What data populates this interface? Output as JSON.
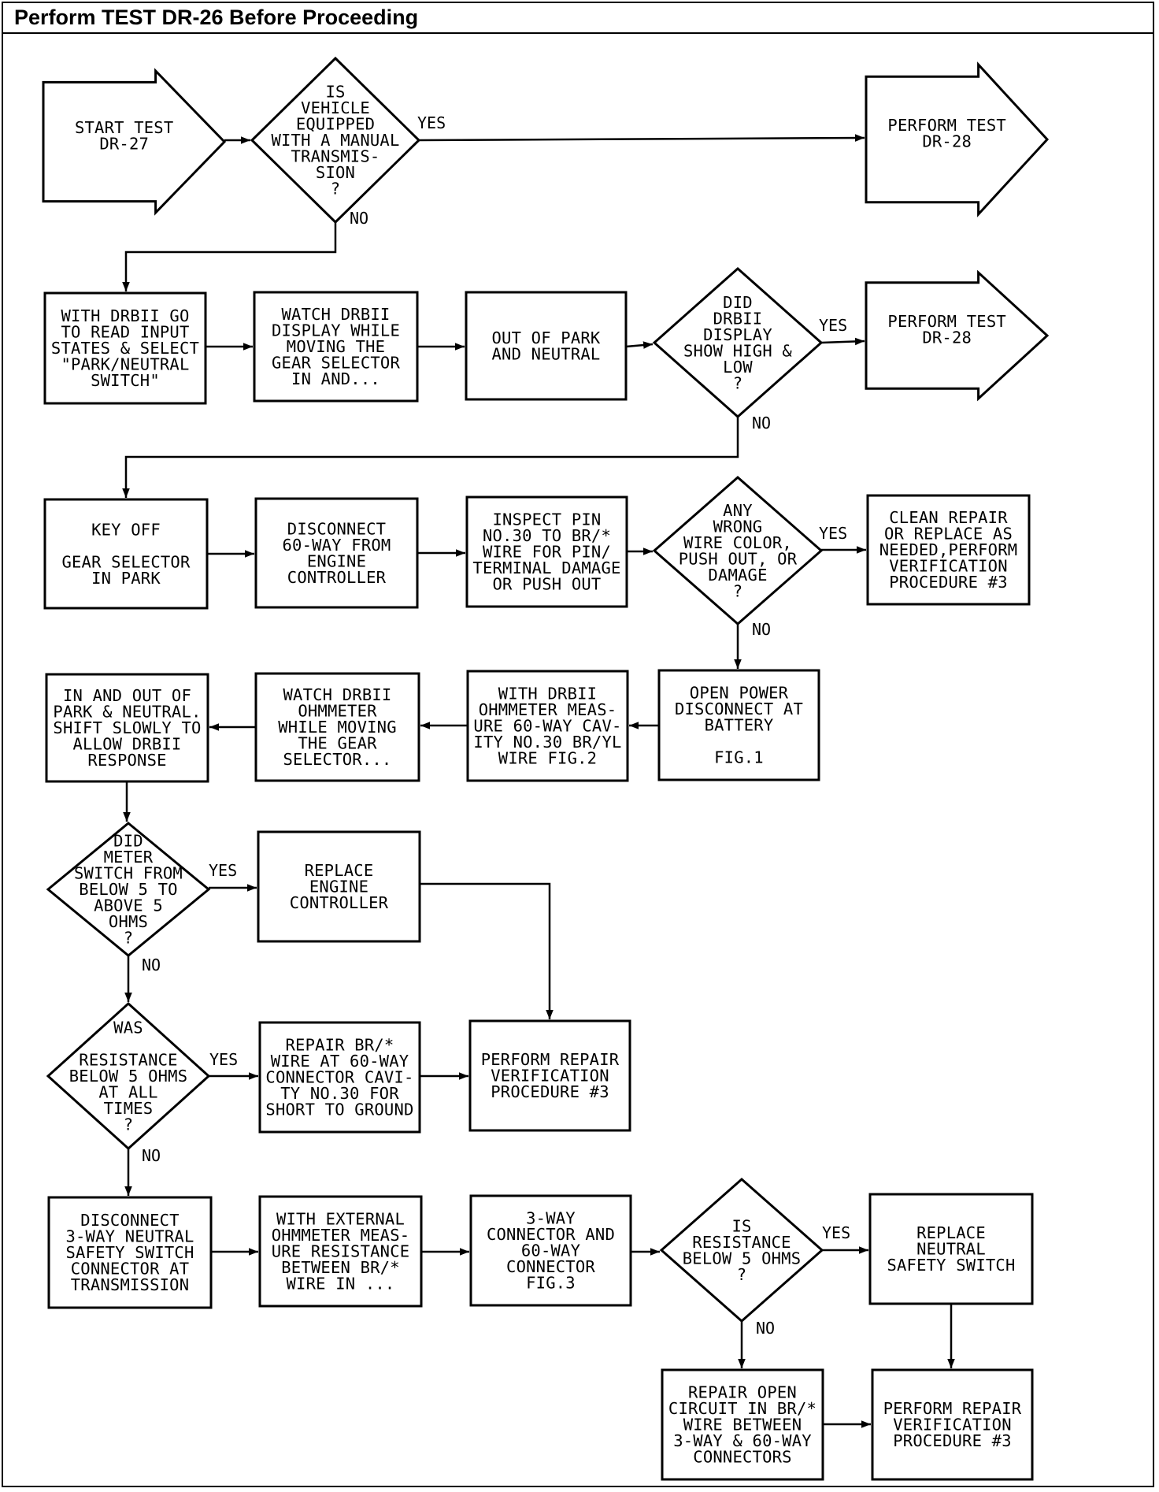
{
  "header": {
    "title": "Perform TEST DR-26 Before Proceeding"
  },
  "nodes": [
    {
      "id": "start",
      "lines": [
        "START TEST",
        "DR-27"
      ]
    },
    {
      "id": "d1",
      "lines": [
        "IS",
        "VEHICLE",
        "EQUIPPED",
        "WITH A MANUAL",
        "TRANSMIS-",
        "SION",
        "?"
      ]
    },
    {
      "id": "end1",
      "lines": [
        "PERFORM TEST",
        "DR-28"
      ]
    },
    {
      "id": "b1",
      "lines": [
        "WITH DRBII GO",
        "TO READ INPUT",
        "STATES & SELECT",
        "\"PARK/NEUTRAL",
        "SWITCH\""
      ]
    },
    {
      "id": "b2",
      "lines": [
        "WATCH DRBII",
        "DISPLAY WHILE",
        "MOVING THE",
        "GEAR SELECTOR",
        "IN AND..."
      ]
    },
    {
      "id": "b3",
      "lines": [
        "OUT OF PARK",
        "AND NEUTRAL"
      ]
    },
    {
      "id": "d2",
      "lines": [
        "DID",
        "DRBII",
        "DISPLAY",
        "SHOW HIGH &",
        "LOW",
        "?"
      ]
    },
    {
      "id": "end2",
      "lines": [
        "PERFORM TEST",
        "DR-28"
      ]
    },
    {
      "id": "c1",
      "lines": [
        "KEY OFF",
        "",
        "GEAR SELECTOR",
        "IN PARK"
      ]
    },
    {
      "id": "c2",
      "lines": [
        "DISCONNECT",
        "60-WAY FROM",
        "ENGINE",
        "CONTROLLER"
      ]
    },
    {
      "id": "c3",
      "lines": [
        "INSPECT PIN",
        "NO.30 TO BR/*",
        "WIRE FOR PIN/",
        "TERMINAL DAMAGE",
        "OR PUSH OUT"
      ]
    },
    {
      "id": "d3",
      "lines": [
        "ANY",
        "WRONG",
        "WIRE COLOR,",
        "PUSH OUT, OR",
        "DAMAGE",
        "?"
      ]
    },
    {
      "id": "c5",
      "lines": [
        "CLEAN REPAIR",
        "OR REPLACE AS",
        "NEEDED,PERFORM",
        "VERIFICATION",
        "PROCEDURE #3"
      ]
    },
    {
      "id": "e4",
      "lines": [
        "OPEN POWER",
        "DISCONNECT AT",
        "BATTERY",
        "",
        "FIG.1"
      ]
    },
    {
      "id": "e3",
      "lines": [
        "WITH DRBII",
        "OHMMETER MEAS-",
        "URE 60-WAY CAV-",
        "ITY NO.30 BR/YL",
        "WIRE FIG.2"
      ]
    },
    {
      "id": "e2",
      "lines": [
        "WATCH DRBII",
        "OHMMETER",
        "WHILE MOVING",
        "THE GEAR",
        "SELECTOR..."
      ]
    },
    {
      "id": "e1",
      "lines": [
        "IN AND OUT OF",
        "PARK & NEUTRAL.",
        "SHIFT SLOWLY TO",
        "ALLOW DRBII",
        "RESPONSE"
      ]
    },
    {
      "id": "d4",
      "lines": [
        "DID",
        "METER",
        "SWITCH FROM",
        "BELOW 5 TO",
        "ABOVE 5",
        "OHMS",
        "?"
      ]
    },
    {
      "id": "f2",
      "lines": [
        "REPLACE",
        "ENGINE",
        "CONTROLLER"
      ]
    },
    {
      "id": "d5",
      "lines": [
        "WAS",
        "",
        "RESISTANCE",
        "BELOW 5 OHMS",
        "AT ALL",
        "TIMES",
        "?"
      ]
    },
    {
      "id": "g2",
      "lines": [
        "REPAIR BR/*",
        "WIRE AT 60-WAY",
        "CONNECTOR CAVI-",
        "TY NO.30 FOR",
        "SHORT TO GROUND"
      ]
    },
    {
      "id": "g3",
      "lines": [
        "PERFORM REPAIR",
        "VERIFICATION",
        "PROCEDURE #3"
      ]
    },
    {
      "id": "h1",
      "lines": [
        "DISCONNECT",
        "3-WAY NEUTRAL",
        "SAFETY SWITCH",
        "CONNECTOR AT",
        "TRANSMISSION"
      ]
    },
    {
      "id": "h2",
      "lines": [
        "WITH EXTERNAL",
        "OHMMETER MEAS-",
        "URE RESISTANCE",
        "BETWEEN BR/*",
        "WIRE IN ..."
      ]
    },
    {
      "id": "h3",
      "lines": [
        "3-WAY",
        "CONNECTOR AND",
        "60-WAY",
        "CONNECTOR",
        "FIG.3"
      ]
    },
    {
      "id": "d6",
      "lines": [
        "IS",
        "RESISTANCE",
        "BELOW 5 OHMS",
        "?"
      ]
    },
    {
      "id": "h5",
      "lines": [
        "REPLACE",
        "NEUTRAL",
        "SAFETY SWITCH"
      ]
    },
    {
      "id": "i1",
      "lines": [
        "REPAIR OPEN",
        "CIRCUIT IN BR/*",
        "WIRE BETWEEN",
        "3-WAY & 60-WAY",
        "CONNECTORS"
      ]
    },
    {
      "id": "i2",
      "lines": [
        "PERFORM REPAIR",
        "VERIFICATION",
        "PROCEDURE #3"
      ]
    }
  ],
  "edge_labels": [
    {
      "id": "d1-yes",
      "text": "YES"
    },
    {
      "id": "d1-no",
      "text": "NO"
    },
    {
      "id": "d2-yes",
      "text": "YES"
    },
    {
      "id": "d2-no",
      "text": "NO"
    },
    {
      "id": "d3-yes",
      "text": "YES"
    },
    {
      "id": "d3-no",
      "text": "NO"
    },
    {
      "id": "d4-yes",
      "text": "YES"
    },
    {
      "id": "d4-no",
      "text": "NO"
    },
    {
      "id": "d5-yes",
      "text": "YES"
    },
    {
      "id": "d5-no",
      "text": "NO"
    },
    {
      "id": "d6-yes",
      "text": "YES"
    },
    {
      "id": "d6-no",
      "text": "NO"
    }
  ]
}
